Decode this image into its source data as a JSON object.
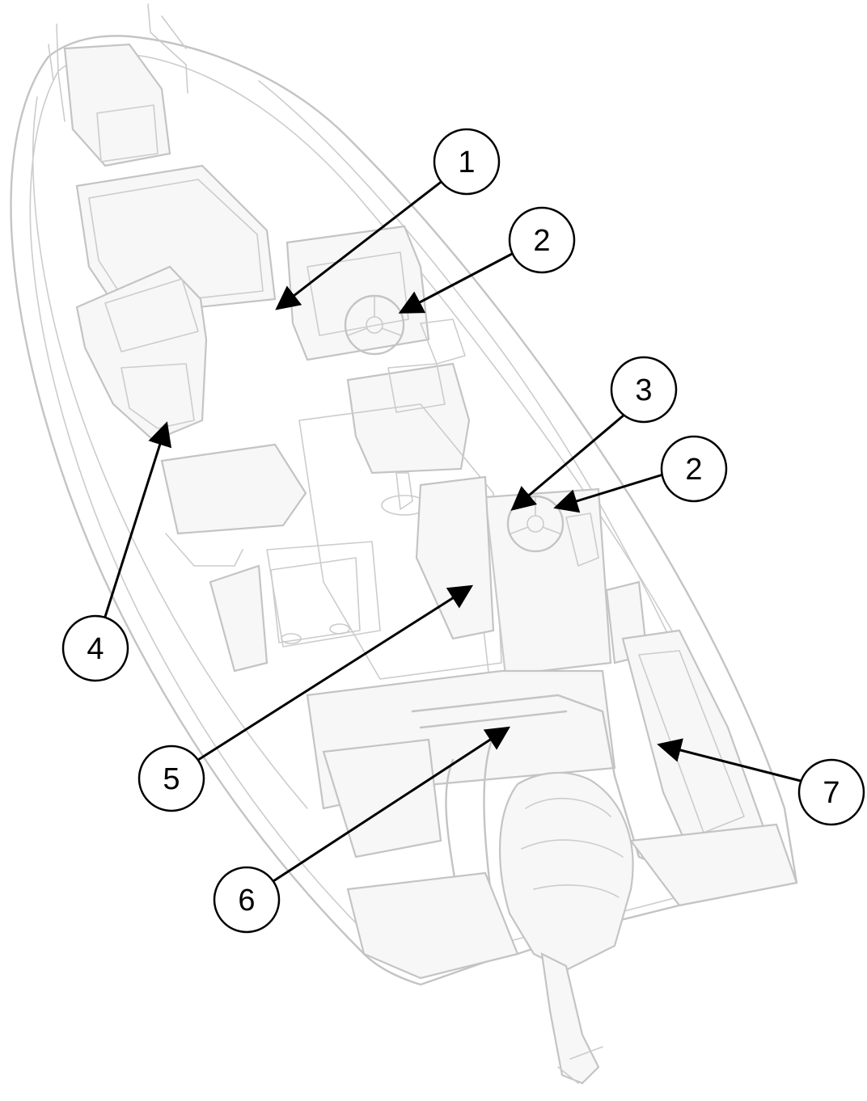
{
  "callouts": [
    {
      "id": "1",
      "label": "1"
    },
    {
      "id": "2a",
      "label": "2"
    },
    {
      "id": "2b",
      "label": "2"
    },
    {
      "id": "3",
      "label": "3"
    },
    {
      "id": "4",
      "label": "4"
    },
    {
      "id": "5",
      "label": "5"
    },
    {
      "id": "6",
      "label": "6"
    },
    {
      "id": "7",
      "label": "7"
    }
  ],
  "colors": {
    "outline": "#c4c4c4",
    "leader": "#000000",
    "background": "#ffffff"
  }
}
